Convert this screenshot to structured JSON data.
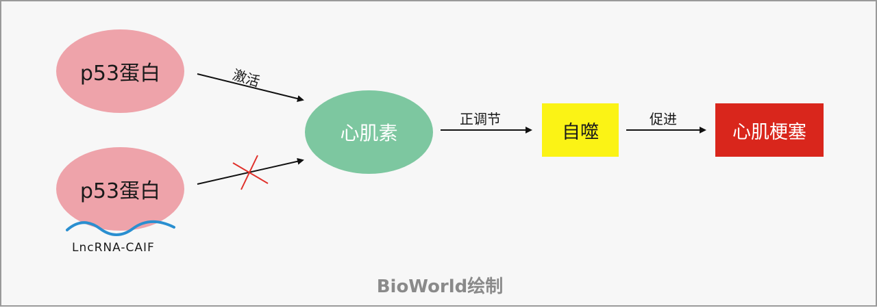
{
  "nodes": {
    "p53_top": "p53蛋白",
    "p53_bottom": "p53蛋白",
    "myocardin": "心肌素",
    "autophagy": "自噬",
    "infarction": "心肌梗塞"
  },
  "edges": {
    "activate": "激活",
    "upregulate": "正调节",
    "promote": "促进"
  },
  "lncrna_label": "LncRNA-CAIF",
  "footer": "BioWorld绘制",
  "colors": {
    "p53": "#eea3aa",
    "myocardin": "#7dc7a0",
    "autophagy": "#fbf315",
    "infarction": "#d9261c",
    "lncrna_wave": "#2a8fd0",
    "block_mark": "#e0302a"
  }
}
